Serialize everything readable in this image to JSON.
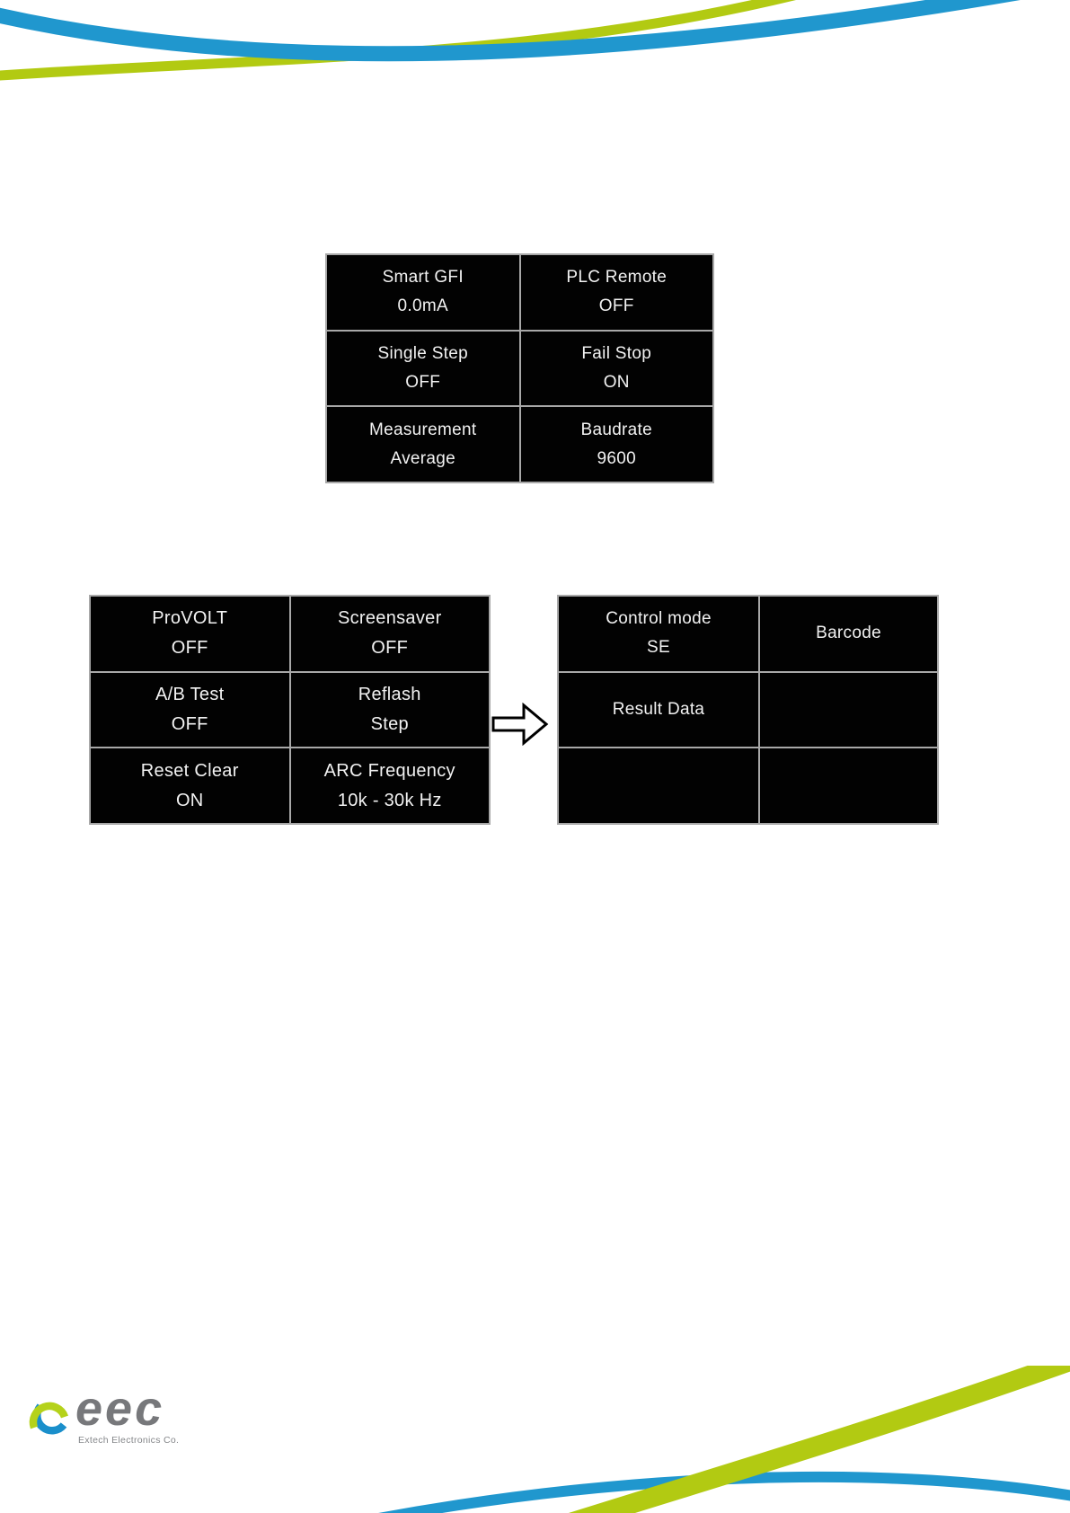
{
  "colors": {
    "wave_blue": "#2097ce",
    "wave_green": "#b2ca12",
    "screen_background": "#020202",
    "screen_gridline": "#a8a8a8",
    "screen_text": "#f2f2f2",
    "logo_blue": "#1a8fcb",
    "logo_green": "#b5d21a",
    "logo_gray": "#77787b"
  },
  "screen_settings_a": {
    "cells": [
      {
        "label": "Smart GFI",
        "value": "0.0mA"
      },
      {
        "label": "PLC Remote",
        "value": "OFF"
      },
      {
        "label": "Single Step",
        "value": "OFF"
      },
      {
        "label": "Fail Stop",
        "value": "ON"
      },
      {
        "label": "Measurement",
        "value": "Average"
      },
      {
        "label": "Baudrate",
        "value": "9600"
      }
    ]
  },
  "screen_settings_b": {
    "cells": [
      {
        "label": "ProVOLT",
        "value": "OFF"
      },
      {
        "label": "Screensaver",
        "value": "OFF"
      },
      {
        "label": "A/B Test",
        "value": "OFF"
      },
      {
        "label": "Reflash",
        "value": "Step"
      },
      {
        "label": "Reset Clear",
        "value": "ON"
      },
      {
        "label": "ARC Frequency",
        "value": "10k - 30k Hz"
      }
    ]
  },
  "screen_settings_c": {
    "cells": [
      {
        "label": "Control mode",
        "value": "SE"
      },
      {
        "label": "Barcode",
        "value": ""
      },
      {
        "label": "Result Data",
        "value": ""
      },
      {
        "label": "",
        "value": ""
      },
      {
        "label": "",
        "value": ""
      },
      {
        "label": "",
        "value": ""
      }
    ]
  },
  "logo": {
    "name": "eec",
    "tagline": "Extech Electronics Co."
  }
}
